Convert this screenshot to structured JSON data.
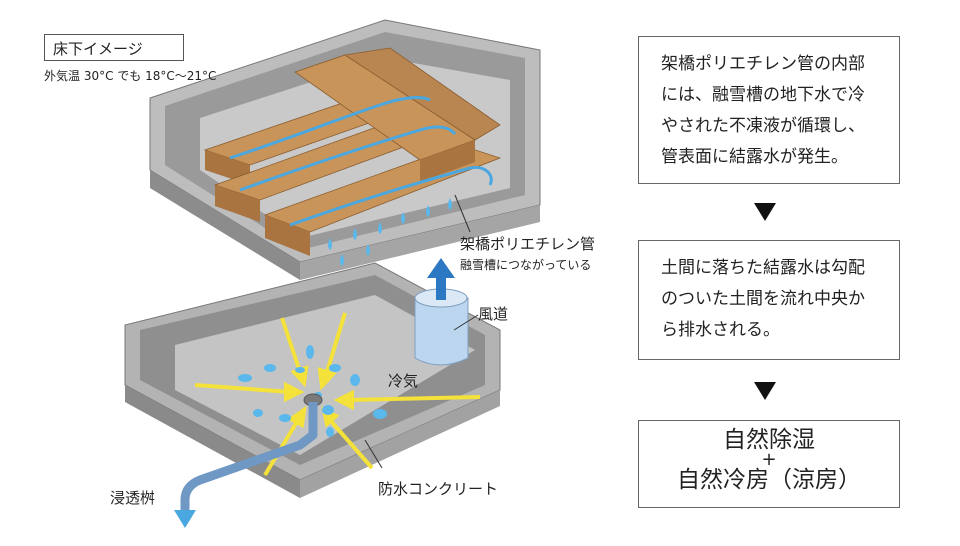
{
  "floor_image": {
    "title": "床下イメージ",
    "subtitle": "外気温 30°C でも 18°C〜21°C"
  },
  "labels": {
    "pipe": "架橋ポリエチレン管",
    "pipe_sub": "融雪槽につながっている",
    "duct": "風道",
    "cold_air": "冷気",
    "concrete": "防水コンクリート",
    "basin": "浸透桝"
  },
  "steps": {
    "step1": "架橋ポリエチレン管の内部には、融雪槽の地下水で冷やされた不凍液が循環し、管表面に結露水が発生。",
    "step2": "土間に落ちた結露水は勾配のついた土間を流れ中央から排水される。",
    "step3_line1": "自然除湿",
    "step3_plus": "+",
    "step3_line2": "自然冷房（涼房）"
  },
  "colors": {
    "wood": "#c8945a",
    "wood_dark": "#a97440",
    "concrete": "#b3b3b3",
    "concrete_dark": "#8f8f8f",
    "pipe": "#4aa7e0",
    "drop": "#5bb8ec",
    "arrow_yellow": "#f4e23a",
    "duct": "#bcd6ef",
    "drain_pipe": "#6f98c4"
  }
}
